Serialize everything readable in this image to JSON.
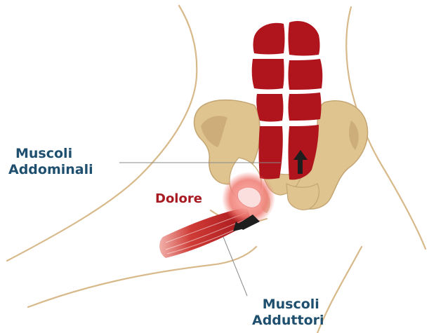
{
  "labels": {
    "abdominal_line1": "Muscoli",
    "abdominal_line2": "Addominali",
    "pain": "Dolore",
    "adductor_line1": "Muscoli",
    "adductor_line2": "Adduttori"
  },
  "colors": {
    "label_blue": "#1f4f6e",
    "pain_red": "#a81a22",
    "muscle_red": "#b0141c",
    "pelvis_beige": "#dfc48f",
    "pelvis_shadow": "#c4a572",
    "outline_tan": "#d7b98a",
    "pain_glow": "#f07b73",
    "arrow_dark": "#1e1e1e"
  },
  "icons": {
    "up_arrow": "up-arrow-icon",
    "diagonal_arrow": "diagonal-arrow-icon"
  }
}
